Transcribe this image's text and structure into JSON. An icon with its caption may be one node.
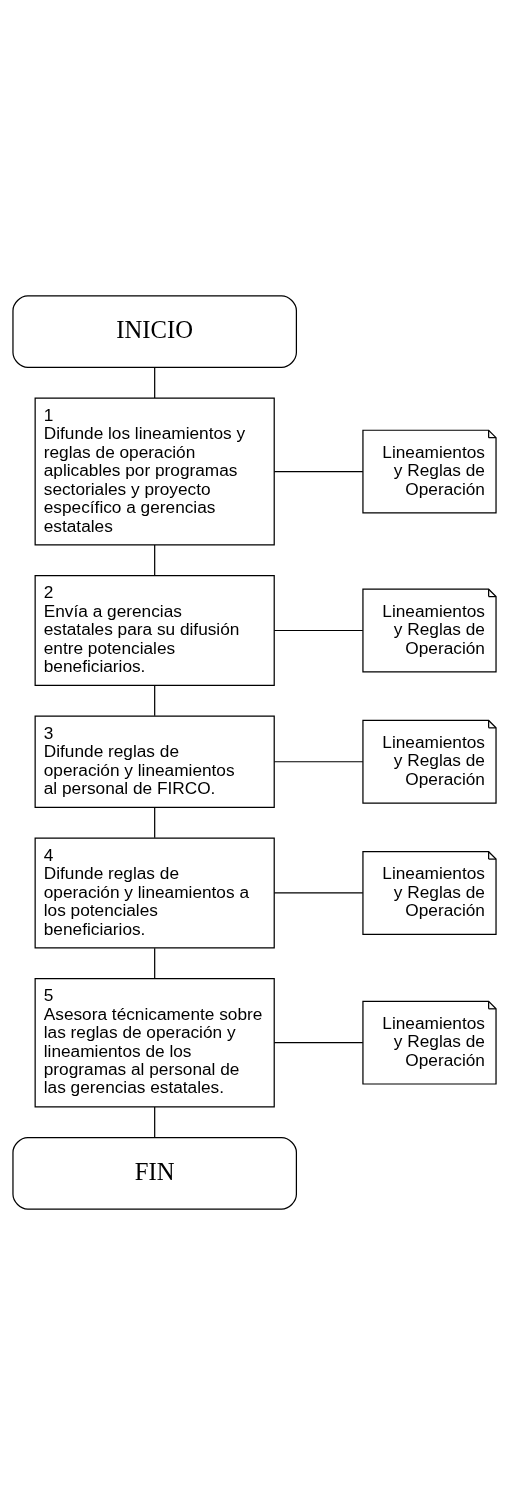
{
  "diagram": {
    "nodes": [
      {
        "text": [
          "INICIO"
        ]
      },
      {
        "text": [
          "1",
          "Difunde los lineamientos y reglas de operación aplicables por programas sectoriales y proyecto específico a gerencias estatales"
        ]
      },
      {
        "text": [
          "Lineamientos y Reglas de Operación"
        ]
      },
      {
        "text": [
          "2",
          "Envía a gerencias estatales para su difusión entre potenciales beneficiarios."
        ]
      },
      {
        "text": [
          "Lineamientos y Reglas de Operación"
        ]
      },
      {
        "text": [
          "3",
          "Difunde reglas de operación y lineamientos al personal de FIRCO."
        ]
      },
      {
        "text": [
          "Lineamientos y Reglas de Operación"
        ]
      },
      {
        "text": [
          "4",
          "Difunde reglas de operación y lineamientos a los potenciales beneficiarios."
        ]
      },
      {
        "text": [
          "Lineamientos y Reglas de Operación"
        ]
      },
      {
        "text": [
          "5",
          "Asesora técnicamente sobre las reglas de operación y lineamientos de los programas al personal de las gerencias estatales."
        ]
      },
      {
        "text": [
          "Lineamientos y Reglas de Operación"
        ]
      },
      {
        "text": [
          "FIN"
        ]
      }
    ],
    "edges": [
      {
        "from": 0,
        "to": 1,
        "arrow": "none"
      },
      {
        "from": 1,
        "to": 2,
        "arrow": "none"
      },
      {
        "from": 1,
        "to": 3,
        "arrow": "none"
      },
      {
        "from": 3,
        "to": 4,
        "arrow": "none"
      },
      {
        "from": 3,
        "to": 5,
        "arrow": "none"
      },
      {
        "from": 5,
        "to": 6,
        "arrow": "none"
      },
      {
        "from": 5,
        "to": 7,
        "arrow": "none"
      },
      {
        "from": 7,
        "to": 8,
        "arrow": "none"
      },
      {
        "from": 7,
        "to": 9,
        "arrow": "none"
      },
      {
        "from": 9,
        "to": 10,
        "arrow": "none"
      },
      {
        "from": 9,
        "to": 11,
        "arrow": "none"
      }
    ]
  }
}
